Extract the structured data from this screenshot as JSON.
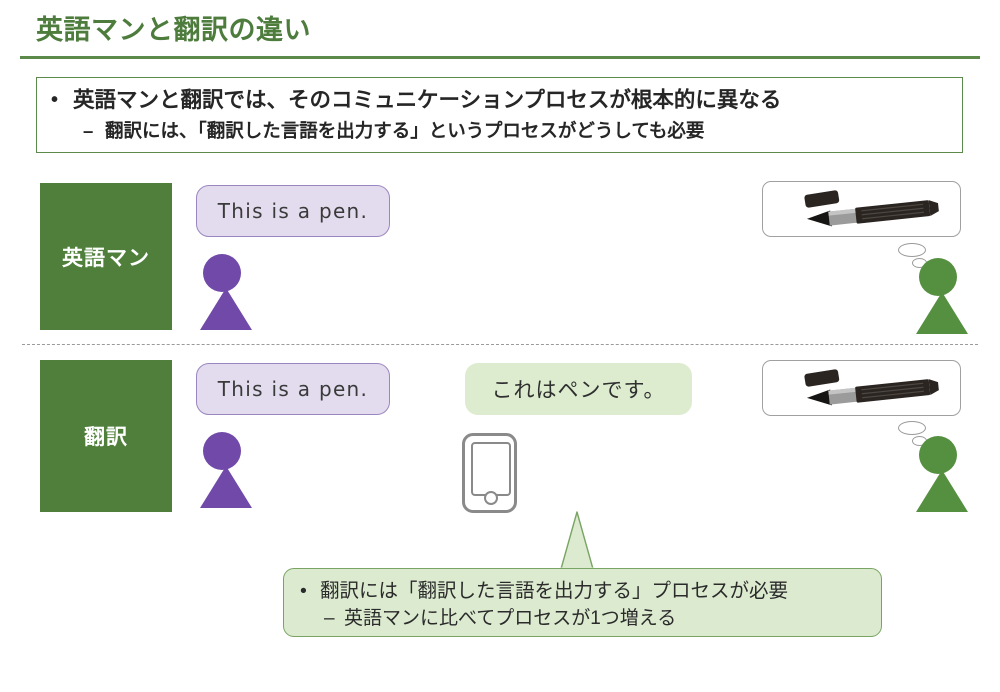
{
  "slide": {
    "title": "英語マンと翻訳の違い",
    "accent_green": "#4d7c3d",
    "box_green": "#4f7f3b",
    "purple": "#7149a8",
    "figure_green": "#559040",
    "bubble_en_fill": "#e3dcee",
    "bubble_ja_fill": "#ddeccf",
    "callout_fill": "#dcebd0"
  },
  "lead_box": {
    "bullet_marker": "•",
    "level1": "英語マンと翻訳では、そのコミュニケーションプロセスが根本的に異なる",
    "dash_marker": "–",
    "level2": "翻訳には、「翻訳した言語を出力する」というプロセスがどうしても必要"
  },
  "rows": [
    {
      "role_label": "英語マン",
      "speech_bubble": "This is a pen.",
      "thought_panel": "pen-illustration",
      "person_left": "purple-person-figure",
      "person_right": "green-person-figure"
    },
    {
      "role_label": "翻訳",
      "speech_bubble": "This is a pen.",
      "translated_bubble": "これはペンです。",
      "device": "smartphone-icon",
      "thought_panel": "pen-illustration",
      "person_left": "purple-person-figure",
      "person_right": "green-person-figure"
    }
  ],
  "callout": {
    "bullet_marker": "•",
    "level1": "翻訳には「翻訳した言語を出力する」プロセスが必要",
    "dash_marker": "–",
    "level2": "英語マンに比べてプロセスが1つ増える"
  }
}
